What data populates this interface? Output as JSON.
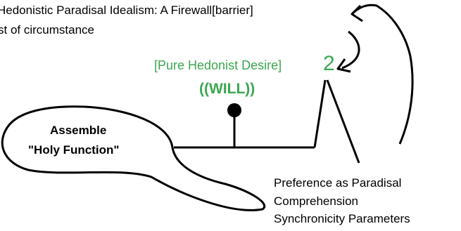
{
  "header": {
    "line1": "Hedonistic Paradisal Idealism: A Firewall[barrier]",
    "line2": "st of circumstance"
  },
  "desire": {
    "label": "[Pure Hedonist Desire]",
    "number": "2"
  },
  "will": {
    "label": "((WILL))"
  },
  "blob": {
    "line1": "Assemble",
    "line2": "\"Holy Function\""
  },
  "preference": {
    "line1": "Preference as Paradisal",
    "line2": "Comprehension",
    "line3": "Synchronicity Parameters"
  },
  "colors": {
    "green": "#3ba750",
    "ink": "#000000"
  }
}
